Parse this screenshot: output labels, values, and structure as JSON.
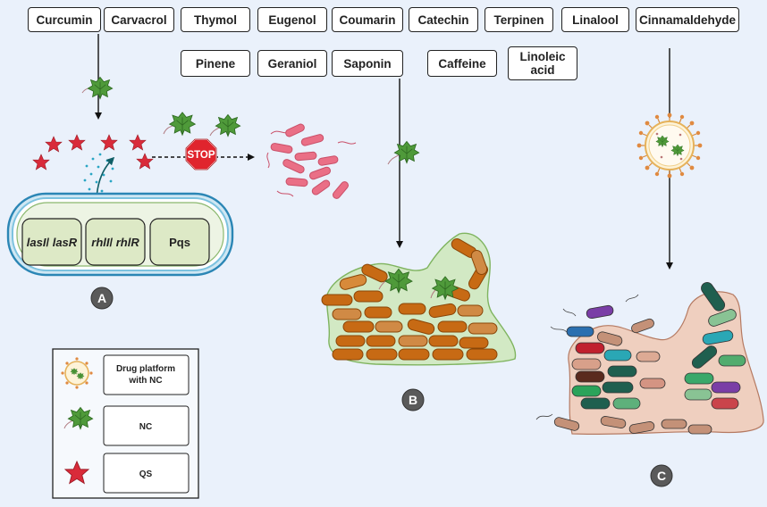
{
  "compounds_row1": [
    "Curcumin",
    "Carvacrol",
    "Thymol",
    "Eugenol",
    "Coumarin",
    "Catechin",
    "Terpinen",
    "Linalool",
    "Cinnamaldehyde"
  ],
  "compounds_row2": [
    "Pinene",
    "Geraniol",
    "Saponin",
    "Caffeine",
    "Linoleic acid"
  ],
  "panel_a": {
    "marker": "A",
    "genes": [
      {
        "pre": "lasI",
        "sep": "/ ",
        "post": "lasR"
      },
      {
        "pre": "rhlI",
        "sep": "/ ",
        "post": "rhlR"
      },
      {
        "pre": "Pqs",
        "sep": "",
        "post": ""
      }
    ],
    "stop_sign": "STOP"
  },
  "panel_b": {
    "marker": "B"
  },
  "panel_c": {
    "marker": "C"
  },
  "legend": {
    "drug_platform_line1": "Drug platform",
    "drug_platform_line2": "with NC",
    "nc": "NC",
    "qs": "QS"
  },
  "colors": {
    "background": "#eaf1fb",
    "qs_star": "#d92b3a",
    "leaf": "#4f9a3a",
    "stop": "#e0242d",
    "bacteria_pink": "#ea6f86",
    "biofilm_orange": "#c76a14",
    "marker_circle": "#5a5a5a"
  }
}
